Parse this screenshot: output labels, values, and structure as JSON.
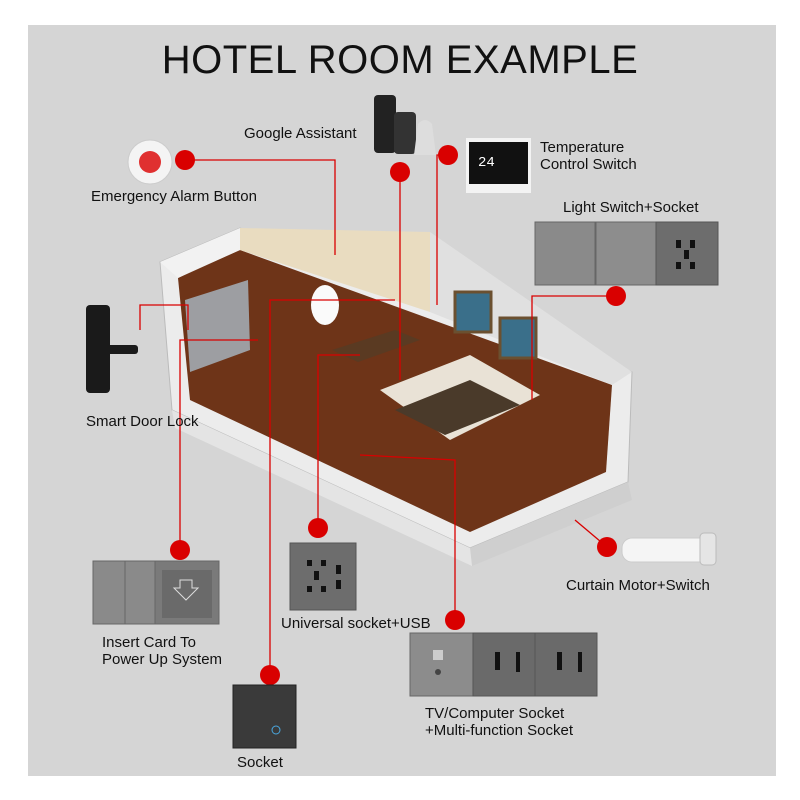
{
  "title": "HOTEL ROOM EXAMPLE",
  "colors": {
    "background": "#d5d5d5",
    "accent_red": "#d90000",
    "panel_gray": "#7a7a7a",
    "floor_wood": "#6e3418"
  },
  "labels": {
    "google_assistant": "Google Assistant",
    "temperature_line1": "Temperature",
    "temperature_line2": "Control Switch",
    "emergency_alarm": "Emergency Alarm Button",
    "light_switch": "Light Switch+Socket",
    "smart_door_lock": "Smart Door Lock",
    "curtain_motor": "Curtain Motor+Switch",
    "universal_socket": "Universal socket+USB",
    "insert_card_line1": "Insert Card To",
    "insert_card_line2": "Power Up System",
    "tv_socket_line1": "TV/Computer Socket",
    "tv_socket_line2": "+Multi-function Socket",
    "socket": "Socket"
  },
  "thermostat_display": "24"
}
